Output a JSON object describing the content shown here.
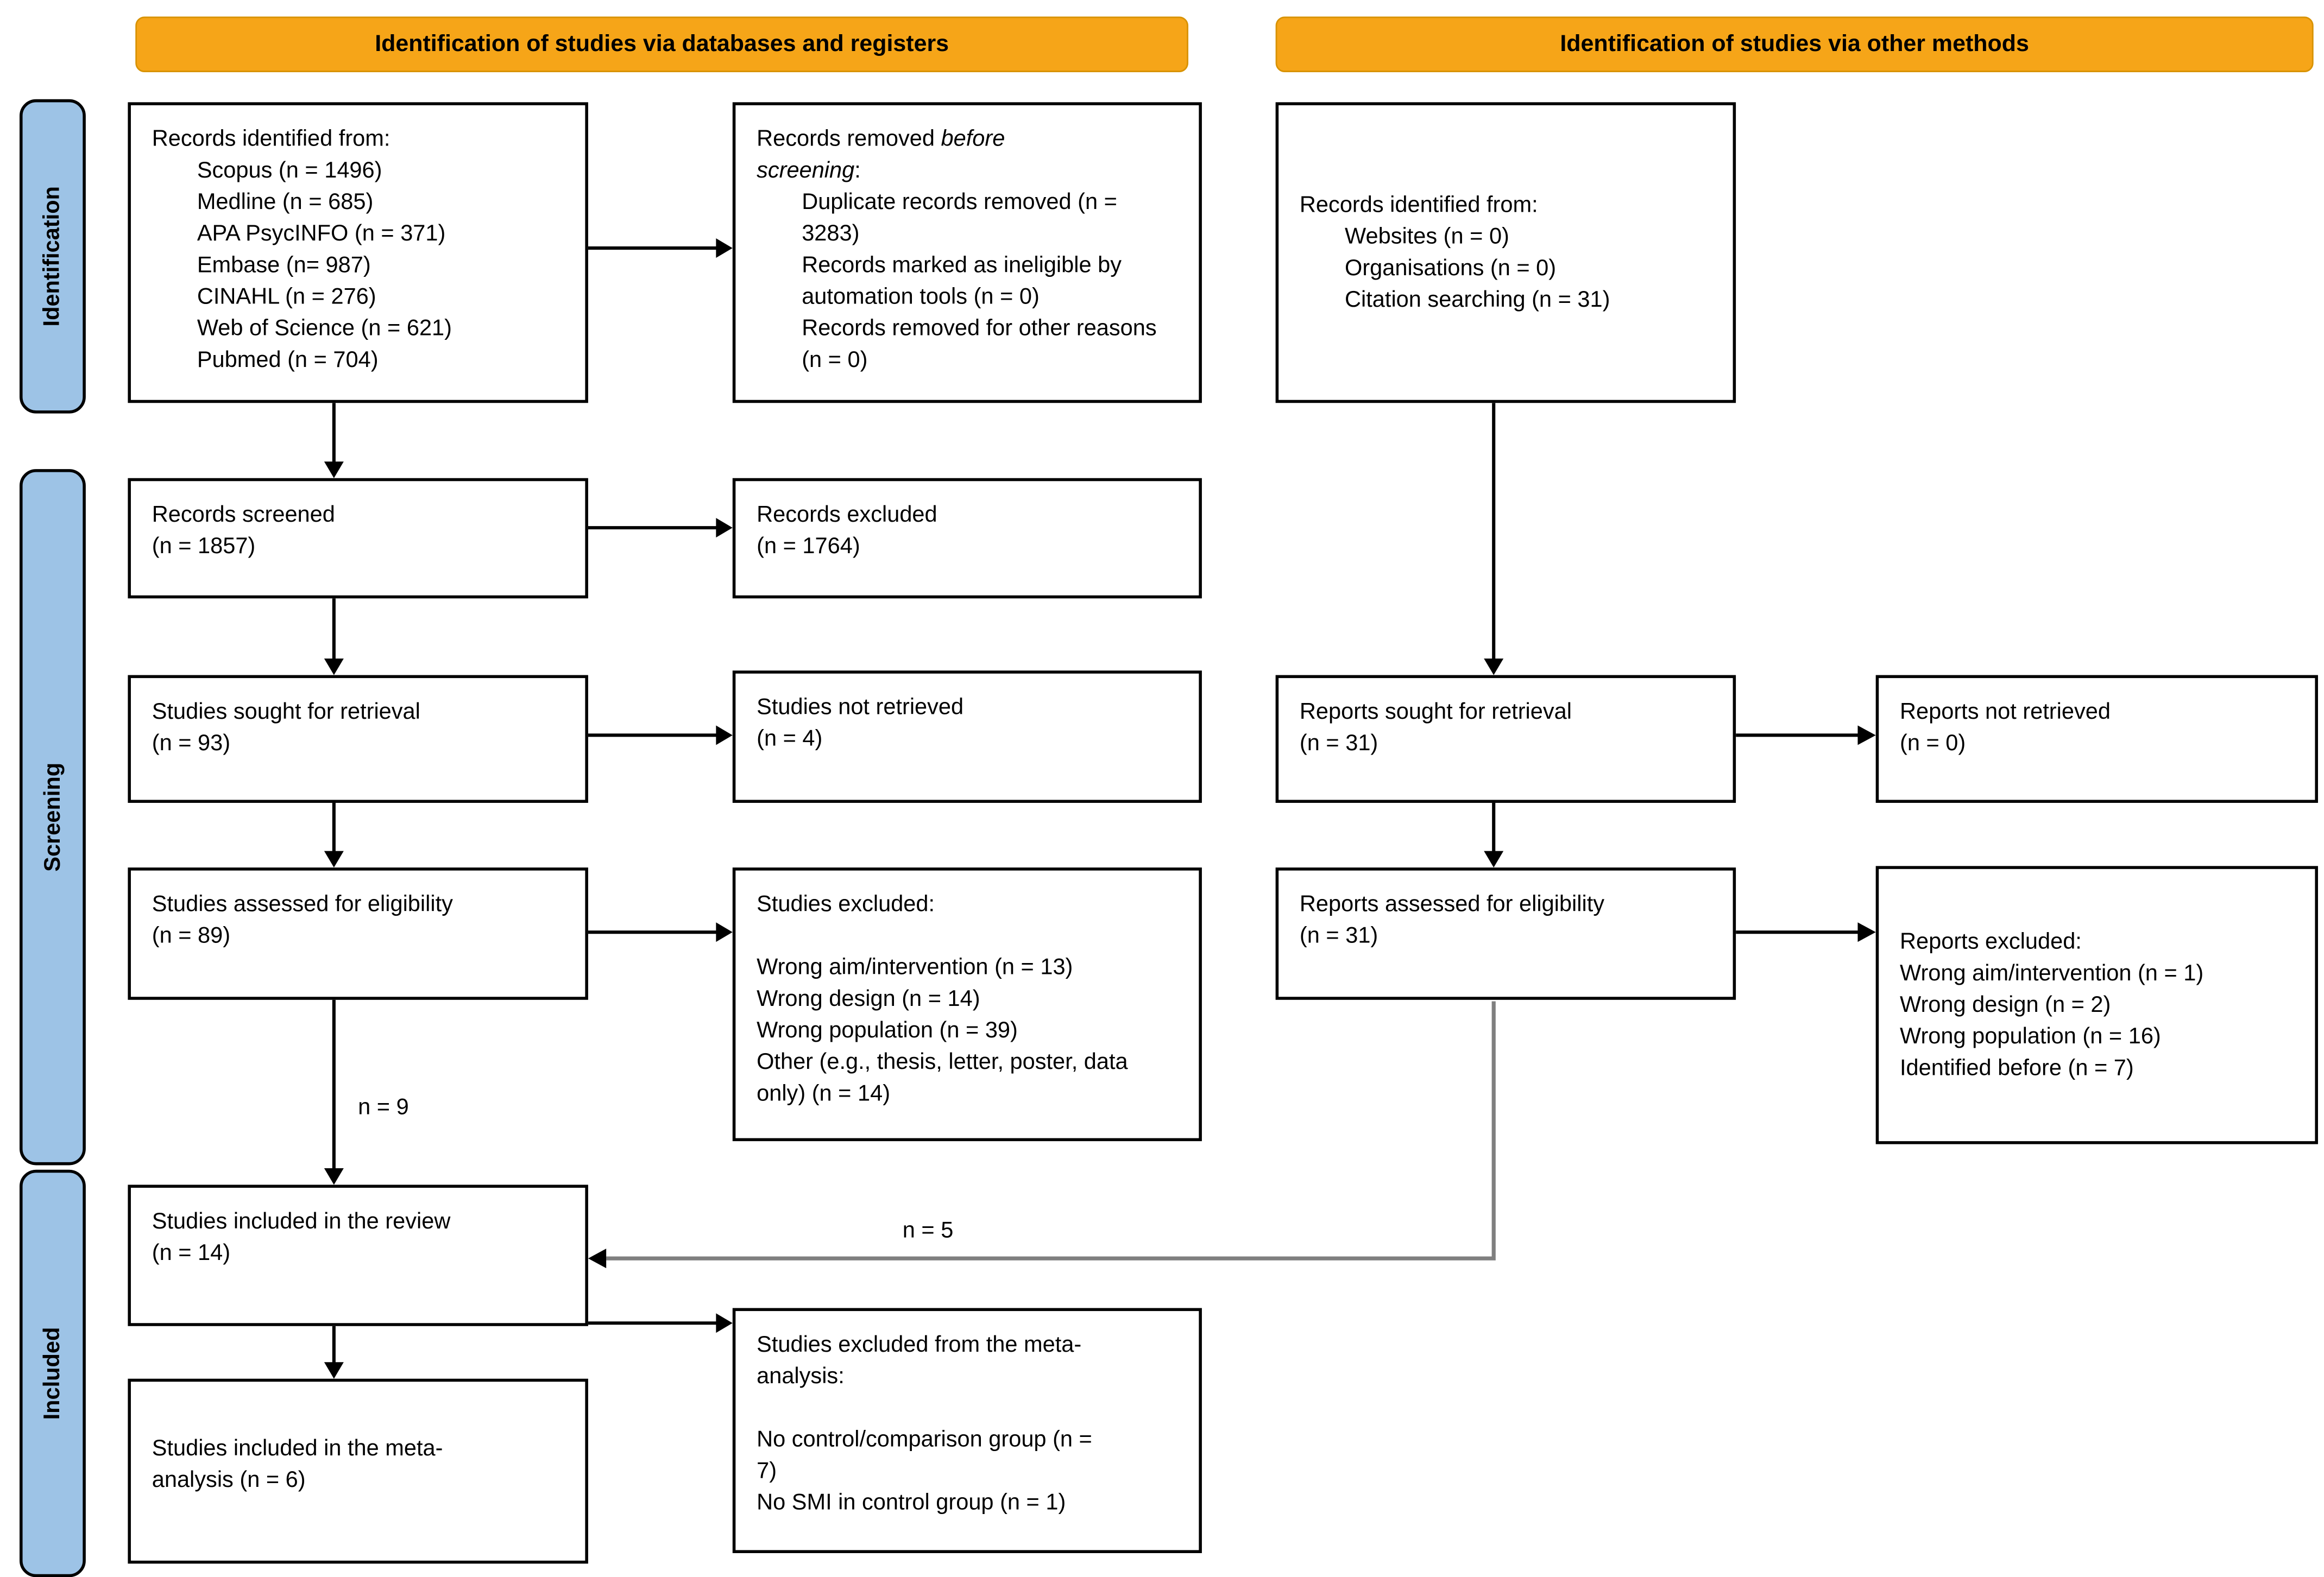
{
  "banners": {
    "databases": "Identification of studies via databases and registers",
    "other": "Identification of studies via other methods"
  },
  "sidebar": {
    "identification": "Identification",
    "screening": "Screening",
    "included": "Included"
  },
  "flow_labels": {
    "n9": "n = 9",
    "n5": "n = 5"
  },
  "colors": {
    "banner_bg": "#F6A518",
    "sidebar_bg": "#9DC3E6",
    "connector_gray": "#7F7F7F"
  },
  "boxes": {
    "db_identified": {
      "title": "Records identified from:",
      "items": [
        "Scopus (n = 1496)",
        "Medline (n = 685)",
        "APA PsycINFO (n = 371)",
        "Embase (n= 987)",
        "CINAHL (n = 276)",
        "Web of Science (n = 621)",
        "Pubmed (n = 704)"
      ]
    },
    "records_removed": {
      "title_normal": "Records removed ",
      "title_italic": "before screening",
      "title_colon": ":",
      "items": [
        "Duplicate records removed (n = 3283)",
        "Records marked as ineligible by automation tools (n = 0)",
        "Records removed for other reasons (n = 0)"
      ]
    },
    "records_screened": {
      "label": "Records screened",
      "n": "(n = 1857)"
    },
    "records_excluded": {
      "label": "Records excluded",
      "n": "(n = 1764)"
    },
    "studies_sought": {
      "label": "Studies sought for retrieval",
      "n": "(n = 93)"
    },
    "studies_not_retrieved": {
      "label": "Studies not retrieved",
      "n": "(n = 4)"
    },
    "studies_assessed": {
      "label": "Studies assessed for eligibility",
      "n": "(n = 89)"
    },
    "studies_excluded": {
      "title": "Studies excluded:",
      "items": [
        "Wrong aim/intervention (n = 13)",
        "Wrong design (n = 14)",
        "Wrong population (n = 39)",
        "Other (e.g., thesis, letter, poster, data only) (n = 14)"
      ]
    },
    "included_review": {
      "label": "Studies included in the review",
      "n": "(n = 14)"
    },
    "included_meta": {
      "label": "Studies included in the meta-analysis (n = 6)"
    },
    "excluded_meta": {
      "title": "Studies excluded from the meta-analysis:",
      "items": [
        "No control/comparison group (n = 7)",
        "No SMI in control group (n = 1)"
      ]
    },
    "other_identified": {
      "title": "Records identified from:",
      "items": [
        "Websites (n = 0)",
        "Organisations (n = 0)",
        "Citation searching (n = 31)"
      ]
    },
    "reports_sought": {
      "label": "Reports sought for retrieval",
      "n": "(n = 31)"
    },
    "reports_not_retrieved": {
      "label": "Reports not retrieved",
      "n": "(n = 0)"
    },
    "reports_assessed": {
      "label": "Reports assessed for eligibility",
      "n": "(n = 31)"
    },
    "reports_excluded": {
      "title": "Reports excluded:",
      "items": [
        "Wrong aim/intervention (n = 1)",
        "Wrong design (n = 2)",
        "Wrong population (n = 16)",
        "Identified before (n = 7)"
      ]
    }
  }
}
